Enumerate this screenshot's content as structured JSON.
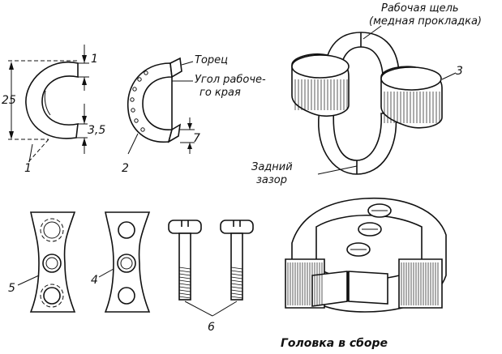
{
  "labels": {
    "working_gap_line1": "Рабочая щель",
    "working_gap_line2": "(медная прокладка)",
    "end_face": "Торец",
    "edge_line1": "Угол рабоче-",
    "edge_line2": "го края",
    "rear_gap_line1": "Задний",
    "rear_gap_line2": "зазор",
    "assembled_head": "Головка в сборе"
  },
  "numbers": {
    "part1": "1",
    "part2": "2",
    "part3": "3",
    "part4": "4",
    "part5": "5",
    "part6": "6"
  },
  "dimensions": {
    "height": "25",
    "top_thickness": "1",
    "bottom_thickness": "3,5",
    "right_thickness": "7"
  }
}
